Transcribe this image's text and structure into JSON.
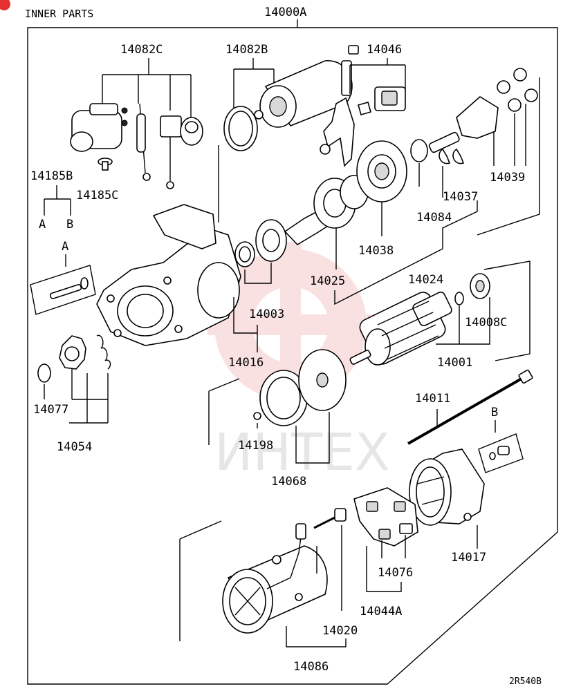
{
  "header": {
    "section_title": "INNER PARTS",
    "assembly_number": "14000A"
  },
  "footer": {
    "figure_code": "2R540B"
  },
  "watermark": {
    "text": "ИНТЕХ"
  },
  "labels": {
    "p14082C": "14082C",
    "p14082B": "14082B",
    "p14046": "14046",
    "p14185B": "14185B",
    "p14185C": "14185C",
    "A": "A",
    "B": "B",
    "A2": "A",
    "B2": "B",
    "p14039": "14039",
    "p14037": "14037",
    "p14084": "14084",
    "p14038": "14038",
    "p14025": "14025",
    "p14024": "14024",
    "p14003": "14003",
    "p14016": "14016",
    "p14008C": "14008C",
    "p14001": "14001",
    "p14077": "14077",
    "p14054": "14054",
    "p14198": "14198",
    "p14068": "14068",
    "p14011": "14011",
    "p14017": "14017",
    "p14076": "14076",
    "p14044A": "14044A",
    "p14020": "14020",
    "p14086": "14086"
  },
  "colors": {
    "watermark_red": "#f3b8b8"
  }
}
